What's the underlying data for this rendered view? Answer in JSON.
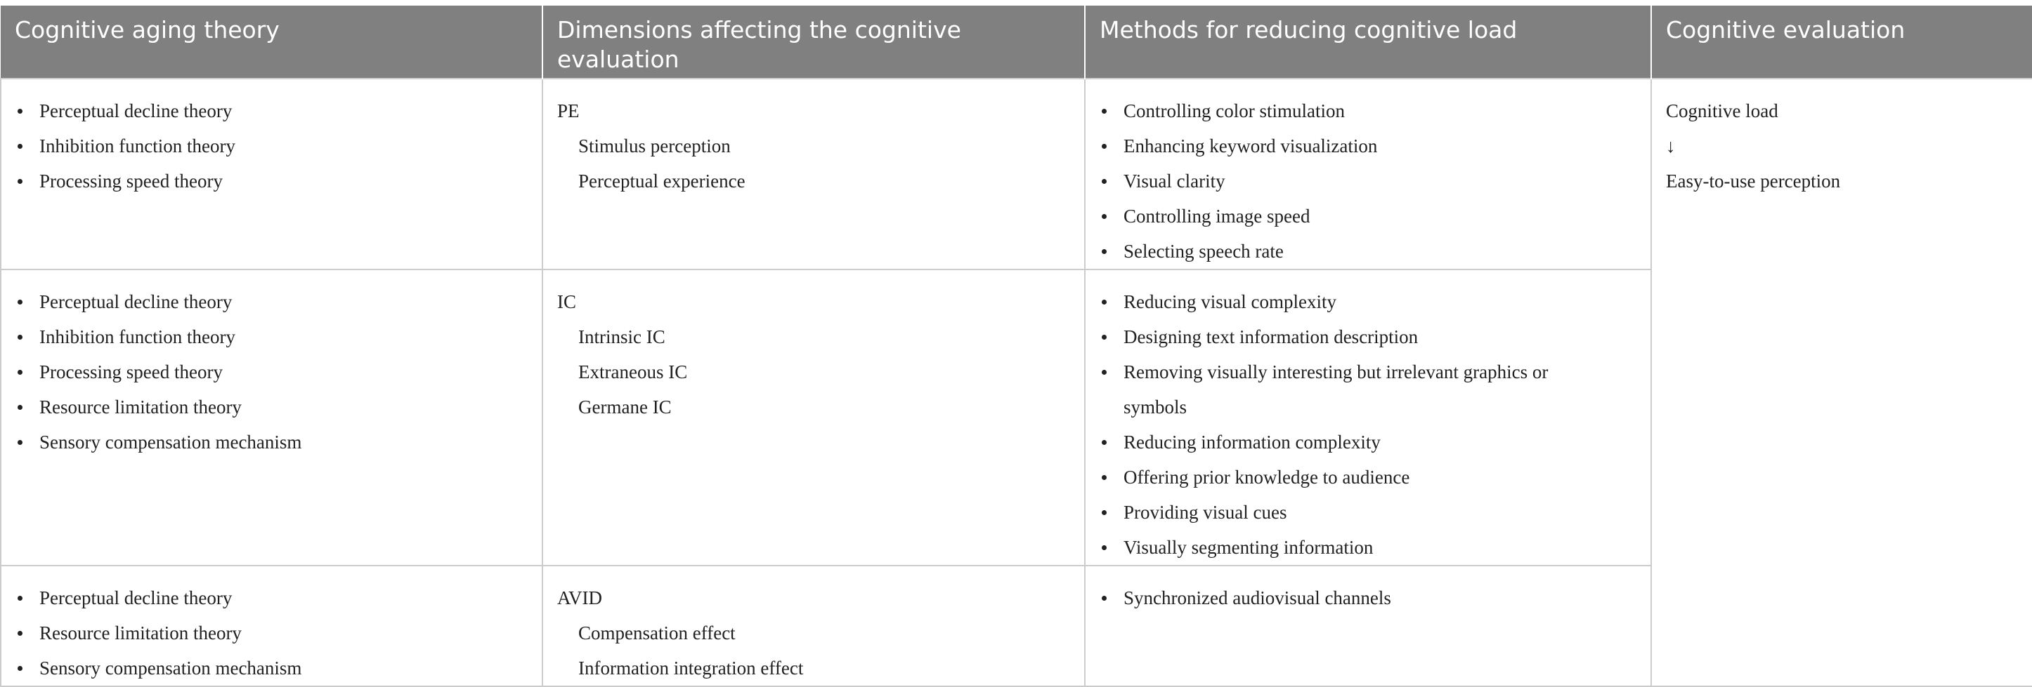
{
  "headers": [
    "Cognitive aging theory",
    "Dimensions affecting the cognitive evaluation",
    "Methods for reducing cognitive load",
    "Cognitive evaluation"
  ],
  "rows": [
    {
      "theories": [
        "Perceptual decline theory",
        "Inhibition function theory",
        "Processing speed theory"
      ],
      "dimension_code": "PE",
      "dimension_items": [
        "Stimulus perception",
        "Perceptual experience"
      ],
      "methods": [
        "Controlling color stimulation",
        "Enhancing keyword visualization",
        "Visual clarity",
        "Controlling image speed",
        "Selecting speech rate"
      ]
    },
    {
      "theories": [
        "Perceptual decline theory",
        "Inhibition function theory",
        "Processing speed theory",
        "Resource limitation theory",
        "Sensory compensation mechanism"
      ],
      "dimension_code": "IC",
      "dimension_items": [
        "Intrinsic IC",
        "Extraneous IC",
        "Germane IC"
      ],
      "methods": [
        "Reducing visual complexity",
        "Designing text information description",
        "Removing visually interesting but irrelevant graphics or symbols",
        "Reducing information complexity",
        "Offering prior knowledge to audience",
        "Providing visual cues",
        "Visually segmenting information"
      ]
    },
    {
      "theories": [
        "Perceptual decline theory",
        "Resource limitation theory",
        "Sensory compensation mechanism"
      ],
      "dimension_code": "AVID",
      "dimension_items": [
        "Compensation effect",
        "Information integration effect"
      ],
      "methods": [
        "Synchronized audiovisual channels"
      ]
    }
  ],
  "evaluation": {
    "top": "Cognitive load",
    "arrow": "↓",
    "bottom": "Easy-to-use perception"
  }
}
